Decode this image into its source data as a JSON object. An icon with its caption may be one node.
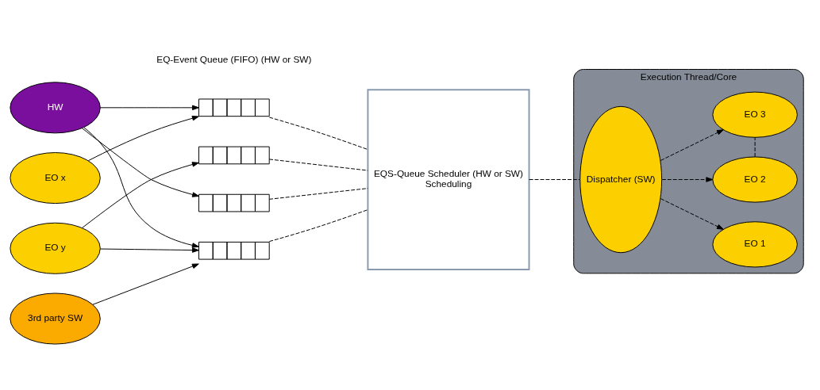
{
  "diagram": {
    "nodes": [
      {
        "text": [
          "HW"
        ]
      },
      {
        "text": [
          "EO x"
        ]
      },
      {
        "text": [
          "EO y"
        ]
      },
      {
        "text": [
          "3rd party SW"
        ]
      },
      {
        "text": [],
        "shape": "box"
      },
      {
        "text": [],
        "shape": "box"
      },
      {
        "text": [],
        "shape": "box"
      },
      {
        "text": [],
        "shape": "box"
      },
      {
        "text": [
          "EQS-Queue Scheduler (HW or SW)",
          "Scheduling"
        ]
      },
      {
        "text": [
          "Execution Thread/Core"
        ]
      },
      {
        "text": [
          "Dispatcher (SW)"
        ],
        "in": 9
      },
      {
        "text": [
          "EO 1"
        ],
        "in": 9
      },
      {
        "text": [
          "EO 2"
        ],
        "in": 9
      },
      {
        "text": [
          "EO 3"
        ],
        "in": 9
      }
    ],
    "edges": [
      {
        "from": 0,
        "to": 4,
        "arrow": "to"
      },
      {
        "from": 0,
        "to": 6,
        "arrow": "to"
      },
      {
        "from": 0,
        "to": 7,
        "arrow": "to"
      },
      {
        "from": 1,
        "to": 4,
        "arrow": "to"
      },
      {
        "from": 2,
        "to": 5,
        "arrow": "to"
      },
      {
        "from": 2,
        "to": 7,
        "arrow": "to"
      },
      {
        "from": 3,
        "to": 7,
        "arrow": "to"
      },
      {
        "from": 4,
        "to": 8,
        "arrow": "none",
        "style": "dashed"
      },
      {
        "from": 5,
        "to": 8,
        "arrow": "none",
        "style": "dashed"
      },
      {
        "from": 6,
        "to": 8,
        "arrow": "none",
        "style": "dashed"
      },
      {
        "from": 7,
        "to": 8,
        "arrow": "none",
        "style": "dashed"
      },
      {
        "from": 8,
        "to": 10,
        "arrow": "none",
        "style": "dashed"
      },
      {
        "from": 10,
        "to": 11,
        "arrow": "to",
        "style": "dashed"
      },
      {
        "from": 10,
        "to": 12,
        "arrow": "to",
        "style": "dashed"
      },
      {
        "from": 10,
        "to": 13,
        "arrow": "to",
        "style": "dashed"
      },
      {
        "from": 12,
        "to": 13,
        "arrow": "none",
        "style": "dashed"
      }
    ],
    "labels": [
      "EQ-Event Queue (FIFO) (HW or SW)"
    ]
  }
}
